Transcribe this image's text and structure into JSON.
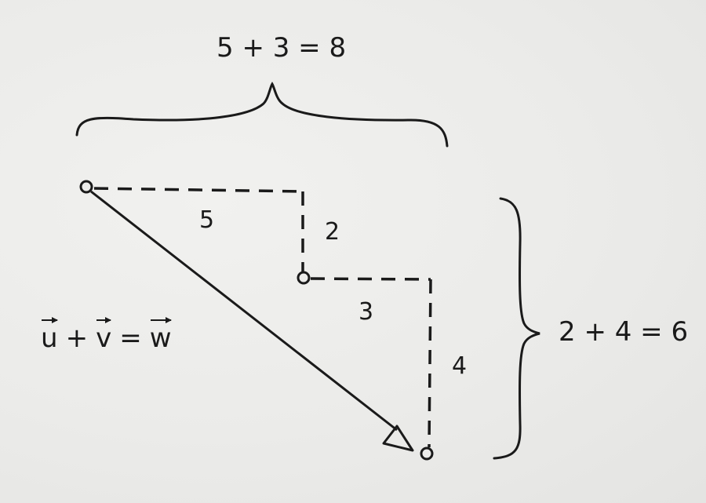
{
  "labels": {
    "horizontal_sum": "5 + 3 = 8",
    "vertical_sum": "2 + 4 = 6",
    "seg_u_horizontal": "5",
    "seg_u_vertical": "2",
    "seg_v_horizontal": "3",
    "seg_v_vertical": "4"
  },
  "equation": {
    "u": "u",
    "plus": "+",
    "v": "v",
    "equals": "=",
    "w": "w"
  },
  "colors": {
    "ink": "#1a1a1a",
    "paper": "#ececea"
  }
}
